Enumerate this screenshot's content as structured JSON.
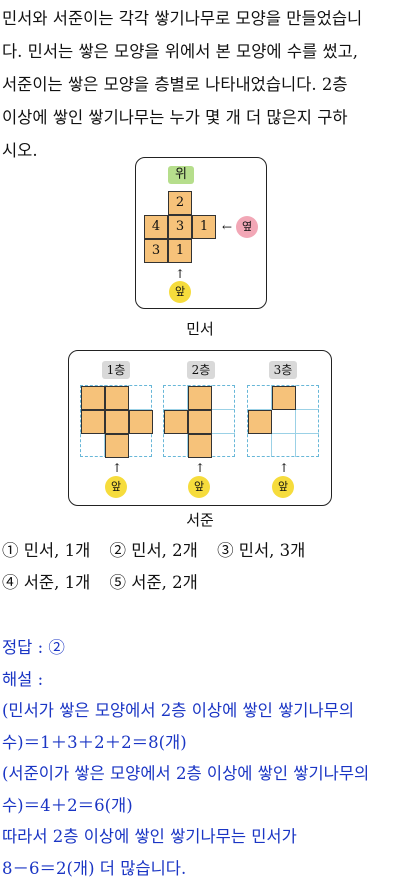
{
  "problem": {
    "lines": [
      "민서와 서준이는 각각 쌓기나무로 모양을 만들었습니",
      "다. 민서는 쌓은 모양을 위에서 본 모양에 수를 썼고,",
      "서준이는 쌓은 모양을 층별로 나타내었습니다. 2층",
      "이상에 쌓인 쌓기나무는 누가 몇 개 더 많은지 구하",
      "시오."
    ]
  },
  "figure_minseo": {
    "top_label": "위",
    "side_label": "옆",
    "front_label": "앞",
    "caption": "민서",
    "numbers": {
      "r1c2": "2",
      "r2c1": "4",
      "r2c2": "3",
      "r2c3": "1",
      "r3c1": "3",
      "r3c2": "1"
    },
    "arrow_left": "←",
    "arrow_up": "↑"
  },
  "figure_seojun": {
    "caption": "서준",
    "front_label": "앞",
    "arrow_up": "↑",
    "layers": [
      {
        "label": "1층"
      },
      {
        "label": "2층"
      },
      {
        "label": "3층"
      }
    ]
  },
  "choices": [
    "① 민서, 1개",
    "② 민서, 2개",
    "③ 민서, 3개",
    "④ 서준, 1개",
    "⑤ 서준, 2개"
  ],
  "answer": {
    "line1": "정답 : ②",
    "line2": "해설 :",
    "line3": "(민서가 쌓은 모양에서 2층 이상에 쌓인 쌓기나무의",
    "line4": "수)＝1＋3＋2＋2＝8(개)",
    "line5": "(서준이가 쌓은 모양에서 2층 이상에 쌓인 쌓기나무의",
    "line6": "수)＝4＋2＝6(개)",
    "line7": "따라서 2층 이상에 쌓인 쌓기나무는 민서가",
    "line8": "8－6＝2(개) 더 많습니다."
  },
  "colors": {
    "block": "#f6c27a",
    "top_tag": "#b6de8c",
    "front_dot": "#f6dc3c",
    "side_dot": "#f2a7b6",
    "grid": "#68b7d8",
    "answer_text": "#1a35c4"
  }
}
